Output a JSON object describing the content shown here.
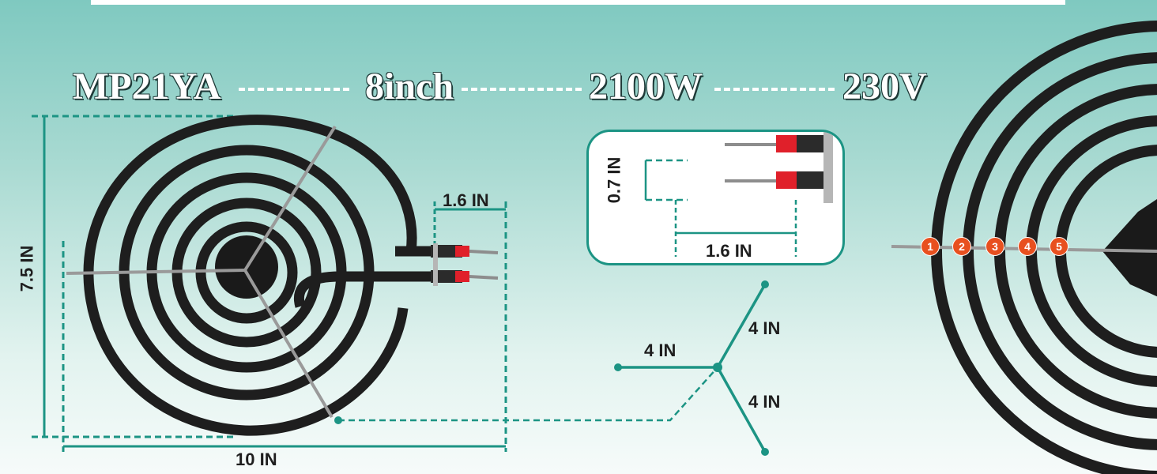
{
  "header": {
    "model": "MP21YA",
    "size": "8inch",
    "wattage": "2100W",
    "voltage": "230V"
  },
  "dimensions": {
    "height": "7.5 IN",
    "width": "10 IN",
    "terminal_length": "1.6 IN",
    "inset_terminal_spacing": "0.7 IN",
    "inset_terminal_length": "1.6 IN",
    "support_arm_left": "4 IN",
    "support_arm_upper": "4 IN",
    "support_arm_lower": "4 IN"
  },
  "coil_turns": {
    "labels": [
      "1",
      "2",
      "3",
      "4",
      "5"
    ],
    "count": 5
  },
  "colors": {
    "accent": "#1c9484",
    "coil": "#1e1e1e",
    "badge": "#e8501f",
    "terminal_red": "#e0202a"
  }
}
